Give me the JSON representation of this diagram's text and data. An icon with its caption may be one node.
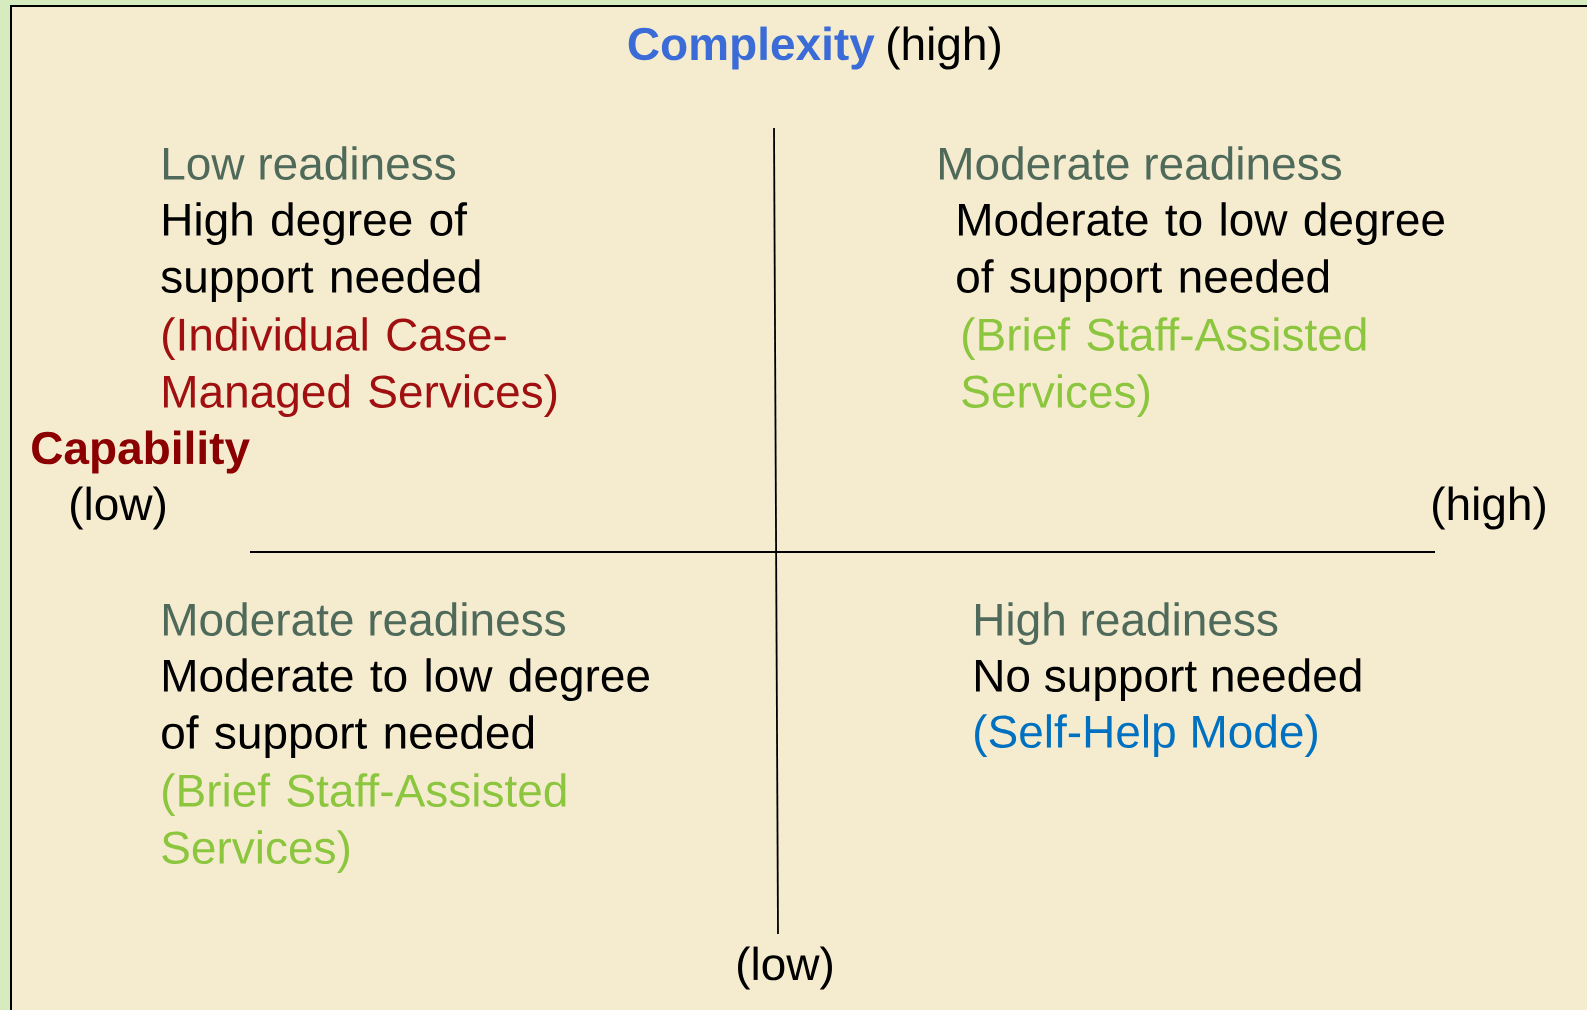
{
  "diagram": {
    "labels": [
      "Complexity",
      "(high)",
      "Low readiness",
      "High degree of support needed",
      "(Individual Case-Managed Services)",
      "Moderate readiness",
      "Moderate to low degree of support needed",
      "(Brief Staff-Assisted Services)",
      "Capability",
      "(low)",
      "(high)",
      "Moderate readiness",
      "Moderate to low degree of support needed",
      "(Brief Staff-Assisted Services)",
      "High readiness",
      "No support needed",
      "(Self-Help Mode)",
      "(low)"
    ]
  }
}
